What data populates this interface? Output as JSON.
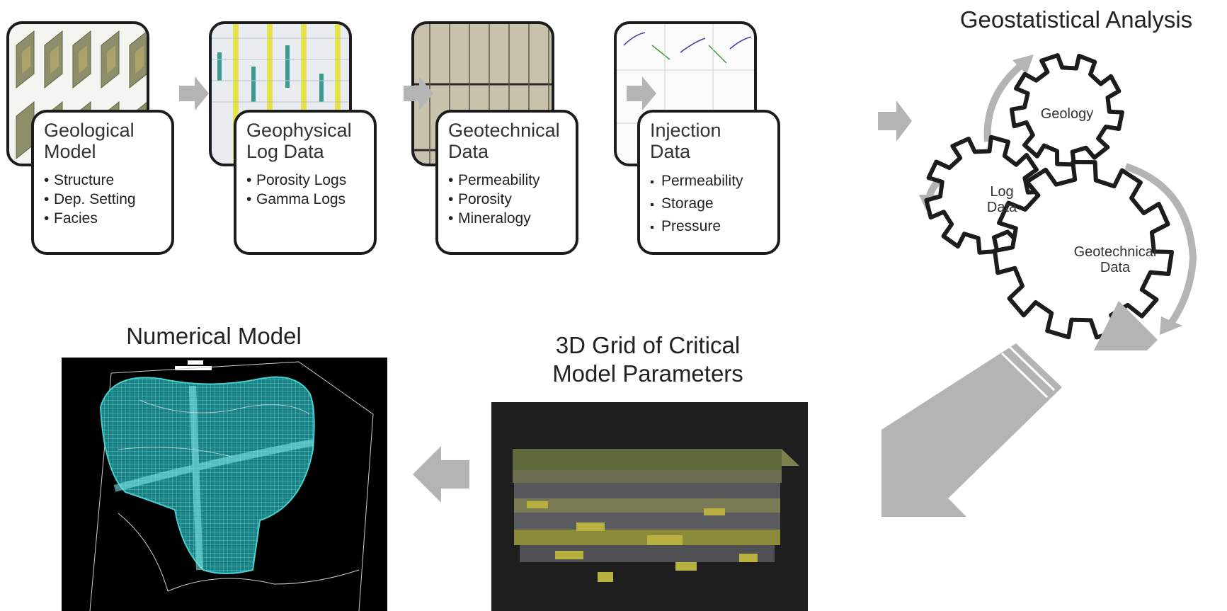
{
  "stages": [
    {
      "title_line1": "Geological",
      "title_line2": "Model",
      "items": [
        "Structure",
        "Dep. Setting",
        "Facies"
      ],
      "bullet": "•"
    },
    {
      "title_line1": "Geophysical",
      "title_line2": "Log Data",
      "items": [
        "Porosity Logs",
        "Gamma Logs"
      ],
      "bullet": "•"
    },
    {
      "title_line1": "Geotechnical",
      "title_line2": "Data",
      "items": [
        "Permeability",
        "Porosity",
        "Mineralogy"
      ],
      "bullet": "•"
    },
    {
      "title_line1": "Injection",
      "title_line2": "Data",
      "items": [
        "Permeability",
        "Storage",
        "Pressure"
      ],
      "bullet": "▪"
    }
  ],
  "geostat": {
    "title": "Geostatistical Analysis",
    "gears": {
      "geology": "Geology",
      "log_line1": "Log",
      "log_line2": "Data",
      "geotech_line1": "Geotechnical",
      "geotech_line2": "Data"
    }
  },
  "grid": {
    "title_line1": "3D Grid of Critical",
    "title_line2": "Model Parameters"
  },
  "numerical": {
    "title": "Numerical Model"
  },
  "colors": {
    "arrow": "#b4b4b4",
    "gear_outline": "#1c1c1c",
    "mesh": "#2ab3b3",
    "panel_bg": "#000000"
  }
}
